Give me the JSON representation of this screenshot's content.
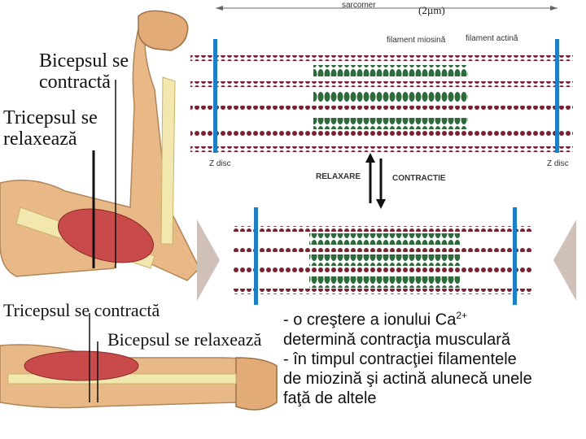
{
  "labels": {
    "biceps_contracts_l1": "Bicepsul se",
    "biceps_contracts_l2": "contractă",
    "triceps_relaxes_l1": "Tricepsul se",
    "triceps_relaxes_l2": "relaxează",
    "triceps_contracts": "Tricepsul se contractă",
    "biceps_relaxes": "Bicepsul se relaxează"
  },
  "sarcomere": {
    "sarcomer": "sarcomer",
    "length": "(2µm)",
    "myosin": "filament miosină",
    "actin": "filament actină",
    "z_left": "Z disc",
    "z_right": "Z disc",
    "relax": "RELAXARE",
    "contract": "CONTRACTIE"
  },
  "text": {
    "line1_pre": "- o creştere a ionului Ca",
    "line1_sup": "2+",
    "line2": "determină contracţia musculară",
    "line3": "- în timpul contracţiei filamentele",
    "line4": "de miozină şi actină alunecă unele",
    "line5": "faţă de altele"
  },
  "colors": {
    "actin": "#7a2230",
    "myosin": "#2e6b3a",
    "z_disc": "#1f7fc4",
    "skin": "#e8b887",
    "muscle": "#c94a4a"
  }
}
